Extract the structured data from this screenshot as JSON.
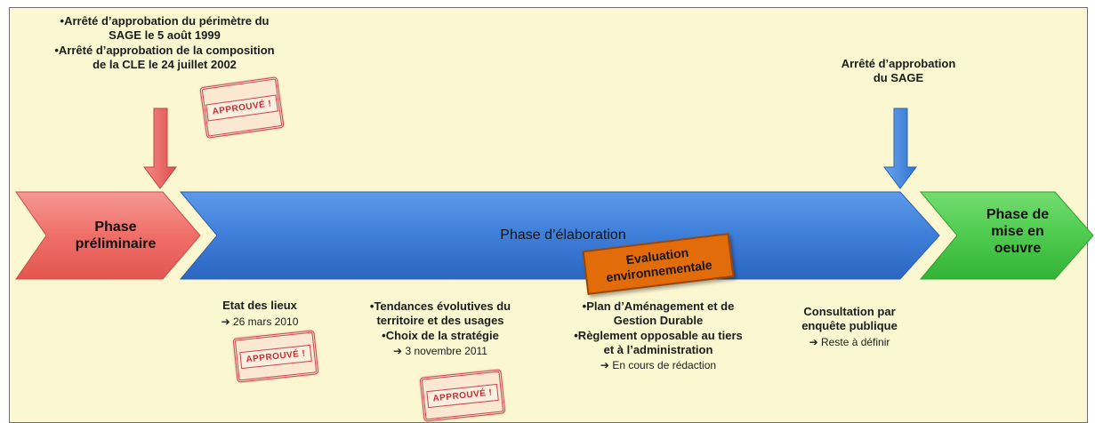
{
  "top_left": {
    "line1": "•Arrêté d’approbation du périmètre du",
    "line2": "SAGE le 5 août 1999",
    "line3": "•Arrêté d’approbation de la composition",
    "line4": "de la CLE le 24 juillet 2002"
  },
  "top_right": {
    "line1": "Arrêté d’approbation",
    "line2": "du SAGE"
  },
  "phases": {
    "preliminary_line1": "Phase",
    "preliminary_line2": "préliminaire",
    "elaboration": "Phase d’élaboration",
    "implementation_line1": "Phase de",
    "implementation_line2": "mise en",
    "implementation_line3": "oeuvre"
  },
  "evaluation": {
    "line1": "Evaluation",
    "line2": "environnementale"
  },
  "stamp_label": "APPROUVÉ !",
  "bottom": {
    "col1": {
      "title": "Etat des lieux",
      "date_arrow": "➔",
      "date": "26 mars 2010"
    },
    "col2": {
      "line1": "•Tendances évolutives du",
      "line2": "territoire et des usages",
      "line3": "•Choix de la stratégie",
      "date_arrow": "➔",
      "date": "3 novembre 2011"
    },
    "col3": {
      "line1": "•Plan d’Aménagement et de",
      "line2": "Gestion Durable",
      "line3": "•Règlement opposable au tiers",
      "line4": "et à l’administration",
      "status_arrow": "➔",
      "status": "En cours de rédaction"
    },
    "col4": {
      "line1": "Consultation par",
      "line2": "enquête publique",
      "status_arrow": "➔",
      "status": "Reste à définir"
    }
  },
  "colors": {
    "background": "#fbf7d1",
    "preliminary": "#f0706a",
    "elaboration": "#3f7fd8",
    "implementation": "#4ecb4e",
    "red_arrow": "#e35a58",
    "blue_arrow": "#3c84d8",
    "evaluation": "#e26b0a",
    "stamp": "#c8444a"
  }
}
